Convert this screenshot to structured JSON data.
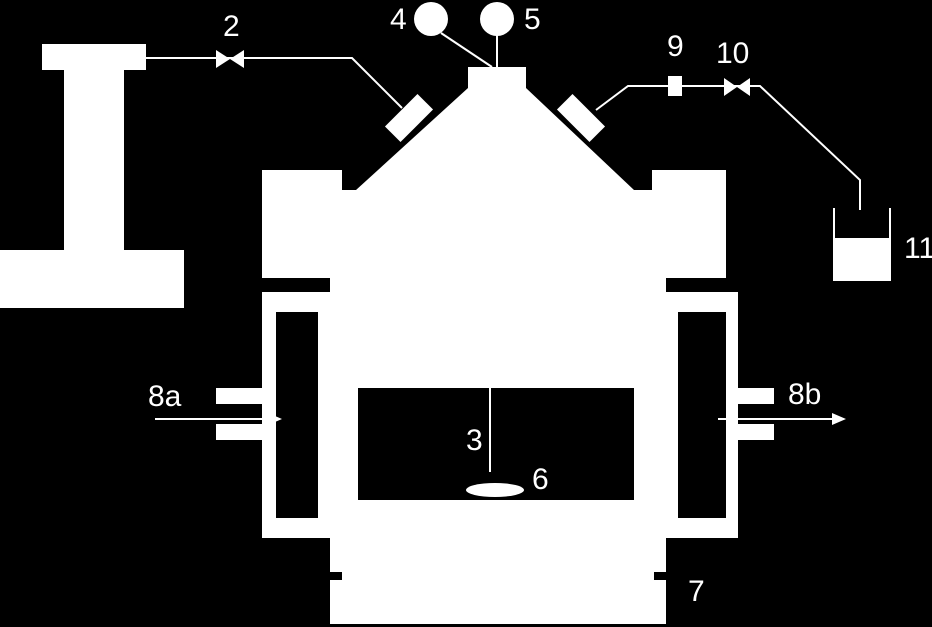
{
  "labels": {
    "gas_valve": "2",
    "stirrer": "3",
    "gauge_a": "4",
    "gauge_b": "5",
    "sample": "6",
    "base": "7",
    "inlet": "8a",
    "outlet": "8b",
    "filter": "9",
    "vent_valve": "10",
    "collector": "11"
  },
  "colors": {
    "background": "#000000",
    "foreground": "#ffffff"
  }
}
